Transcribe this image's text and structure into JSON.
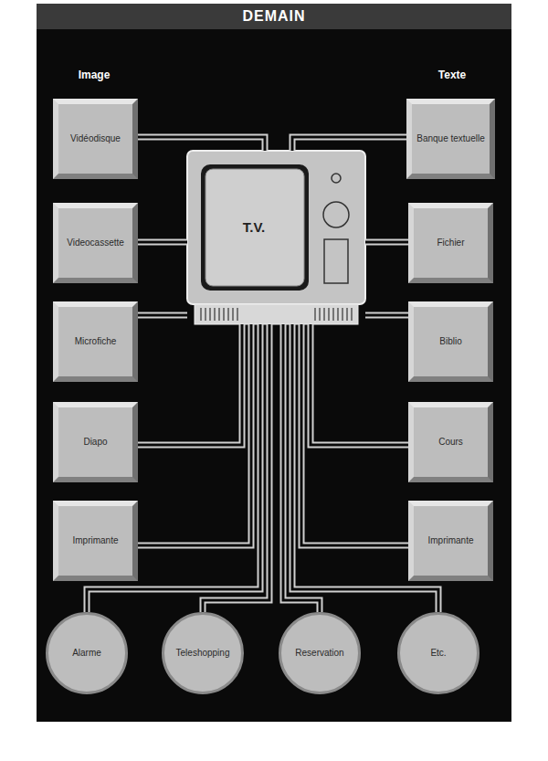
{
  "diagram": {
    "title": "DEMAIN",
    "nodes": [
      {
        "text": [
          "Vidéodisque"
        ]
      },
      {
        "text": [
          "Banque textuelle"
        ]
      },
      {
        "text": [
          "Videocassette"
        ]
      },
      {
        "text": [
          "T.V."
        ]
      },
      {
        "text": [
          "Fichier"
        ]
      },
      {
        "text": [
          "Microfiche"
        ]
      },
      {
        "text": [
          "Biblio"
        ]
      },
      {
        "text": [
          "Diapo"
        ]
      },
      {
        "text": [
          "Cours"
        ]
      },
      {
        "text": [
          "Imprimante"
        ]
      },
      {
        "text": [
          "Imprimante"
        ]
      },
      {
        "text": [
          "Alarme"
        ]
      },
      {
        "text": [
          "Teleshopping"
        ]
      },
      {
        "text": [
          "Reservation"
        ]
      },
      {
        "text": [
          "Etc."
        ]
      }
    ],
    "edges": [
      {
        "from": 0,
        "to": 3,
        "arrow": "none"
      },
      {
        "from": 1,
        "to": 3,
        "arrow": "none"
      },
      {
        "from": 2,
        "to": 3,
        "arrow": "none"
      },
      {
        "from": 4,
        "to": 3,
        "arrow": "none"
      },
      {
        "from": 5,
        "to": 3,
        "arrow": "none"
      },
      {
        "from": 6,
        "to": 3,
        "arrow": "none"
      },
      {
        "from": 7,
        "to": 3,
        "arrow": "none"
      },
      {
        "from": 8,
        "to": 3,
        "arrow": "none"
      },
      {
        "from": 9,
        "to": 3,
        "arrow": "none"
      },
      {
        "from": 10,
        "to": 3,
        "arrow": "none"
      },
      {
        "from": 11,
        "to": 3,
        "arrow": "none"
      },
      {
        "from": 12,
        "to": 3,
        "arrow": "none"
      },
      {
        "from": 13,
        "to": 3,
        "arrow": "none"
      },
      {
        "from": 14,
        "to": 3,
        "arrow": "none"
      }
    ],
    "labels": [
      "Image",
      "Texte"
    ]
  }
}
